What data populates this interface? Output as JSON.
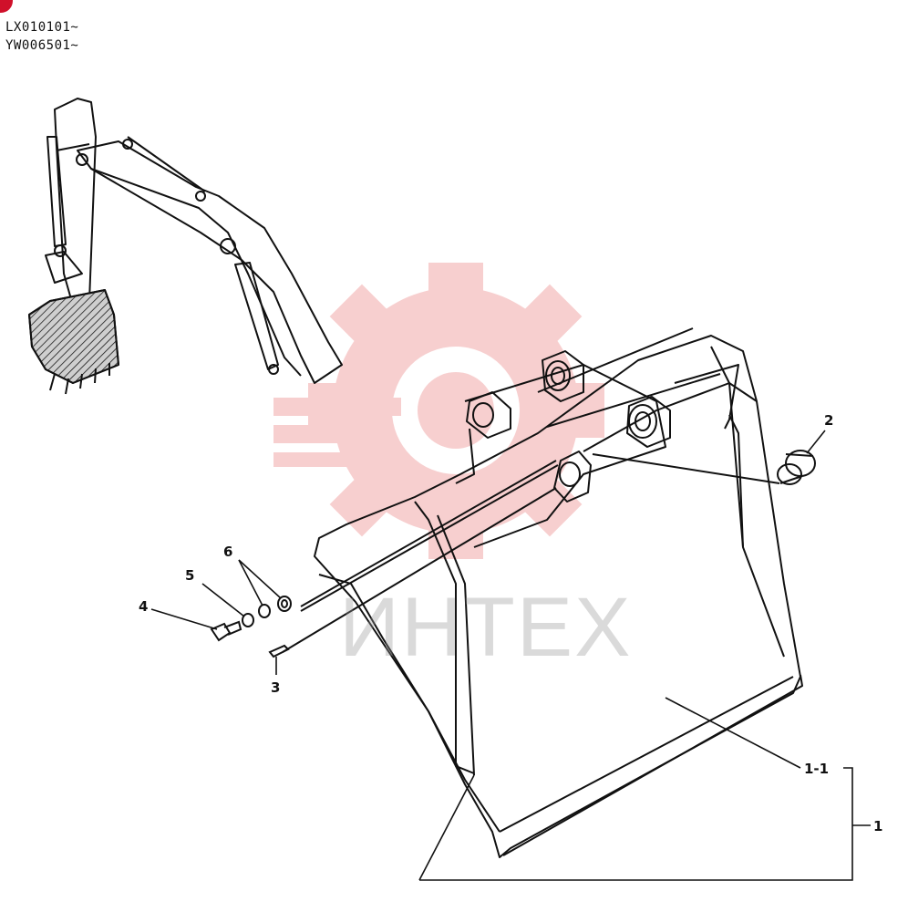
{
  "serials": [
    "LX010101~",
    "YW006501~"
  ],
  "watermark": {
    "text": "ИНТЕХ",
    "color": "#f2a9a9"
  },
  "callouts": [
    {
      "id": "1",
      "label": "1"
    },
    {
      "id": "1-1",
      "label": "1-1"
    },
    {
      "id": "2",
      "label": "2"
    },
    {
      "id": "3",
      "label": "3"
    },
    {
      "id": "4",
      "label": "4"
    },
    {
      "id": "5",
      "label": "5"
    },
    {
      "id": "6",
      "label": "6"
    }
  ],
  "colors": {
    "line": "#111111",
    "corner_mark": "#d0102a"
  },
  "icons": [
    "gear-logo-icon",
    "excavator-icon",
    "bucket-icon",
    "bushing-icon",
    "pin-icon",
    "bolt-icon",
    "washer-icon"
  ]
}
